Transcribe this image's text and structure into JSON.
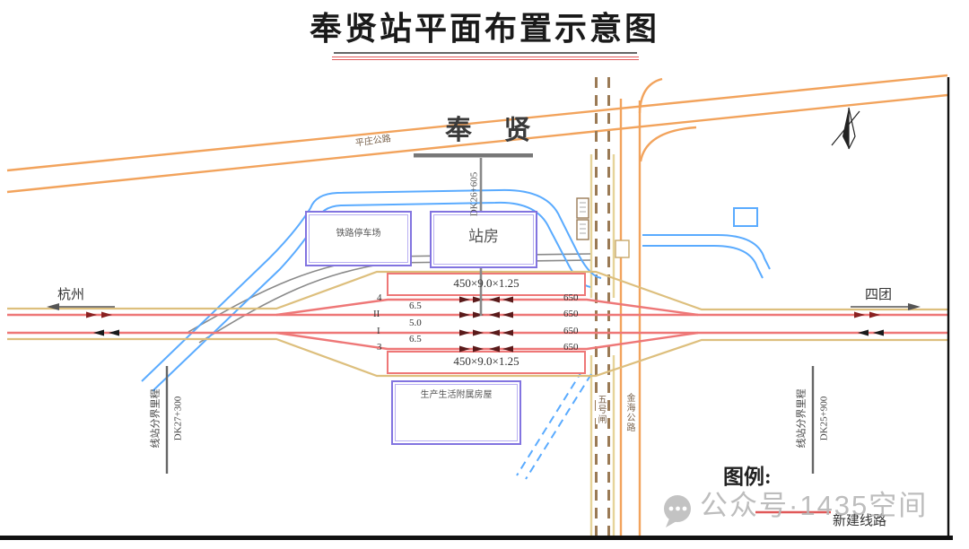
{
  "title": "奉贤站平面布置示意图",
  "station": {
    "name": "奉 贤",
    "center_mileage": "DK26+605"
  },
  "roads": {
    "pingzhuang": "平庄公路",
    "jinhai": "金海公路",
    "wuhao_gate": "五号闸"
  },
  "buildings": {
    "parking": "铁路停车场",
    "station_house": "站房",
    "auxiliary": "生产生活附属房屋"
  },
  "tracks": {
    "platform_top_label": "450×9.0×1.25",
    "platform_bottom_label": "450×9.0×1.25",
    "numbers": [
      "4",
      "II",
      "I",
      "3"
    ],
    "spacings": [
      "6.5",
      "5.0",
      "6.5"
    ],
    "lengths": [
      "650",
      "650",
      "650",
      "650"
    ]
  },
  "destinations": {
    "left": "杭州",
    "right": "四团"
  },
  "boundaries": {
    "left": {
      "label": "线站分界里程",
      "mileage": "DK27+300"
    },
    "right": {
      "label": "线站分界里程",
      "mileage": "DK25+900"
    }
  },
  "legend": {
    "title": "图例:",
    "items": [
      {
        "label": "新建线路",
        "color": "#e05858"
      }
    ]
  },
  "watermark": "公众号·1435空间",
  "colors": {
    "new_line": "#ee7777",
    "road_orange": "#f2a35c",
    "water_blue": "#5aabff",
    "building_purple": "#8274e0",
    "roadbed_tan": "#ddbf7d"
  }
}
